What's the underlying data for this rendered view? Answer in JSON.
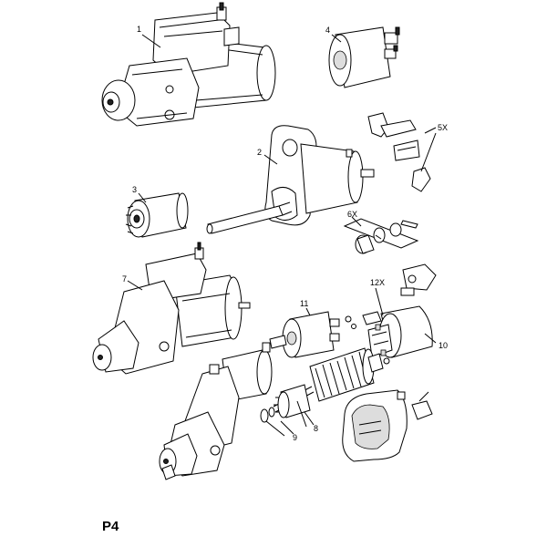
{
  "page_label": "P4",
  "callouts": {
    "c1": "1",
    "c2": "2",
    "c3": "3",
    "c4": "4",
    "c5": "5X",
    "c6": "6X",
    "c7": "7",
    "c8": "8",
    "c9": "9",
    "c10": "10",
    "c11": "11",
    "c12": "12X"
  }
}
